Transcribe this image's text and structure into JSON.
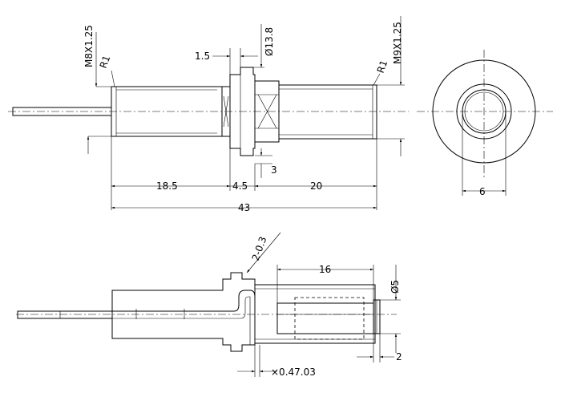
{
  "dimensions": {
    "thread_left": "M8X1.25",
    "thread_right": "M9X1.25",
    "radius_left": "R1",
    "radius_right": "R1",
    "flange_thickness": "1.5",
    "flange_diameter": "Ø13.8",
    "step_height": "3",
    "length_left": "18.5",
    "length_mid": "4.5",
    "length_right": "20",
    "length_total": "43",
    "inner_diameter": "6",
    "slot_spec": "2-0.3",
    "bore_length": "16",
    "bore_diameter": "Ø5",
    "tip_length": "2",
    "wire_spec": "×0.47.03"
  }
}
